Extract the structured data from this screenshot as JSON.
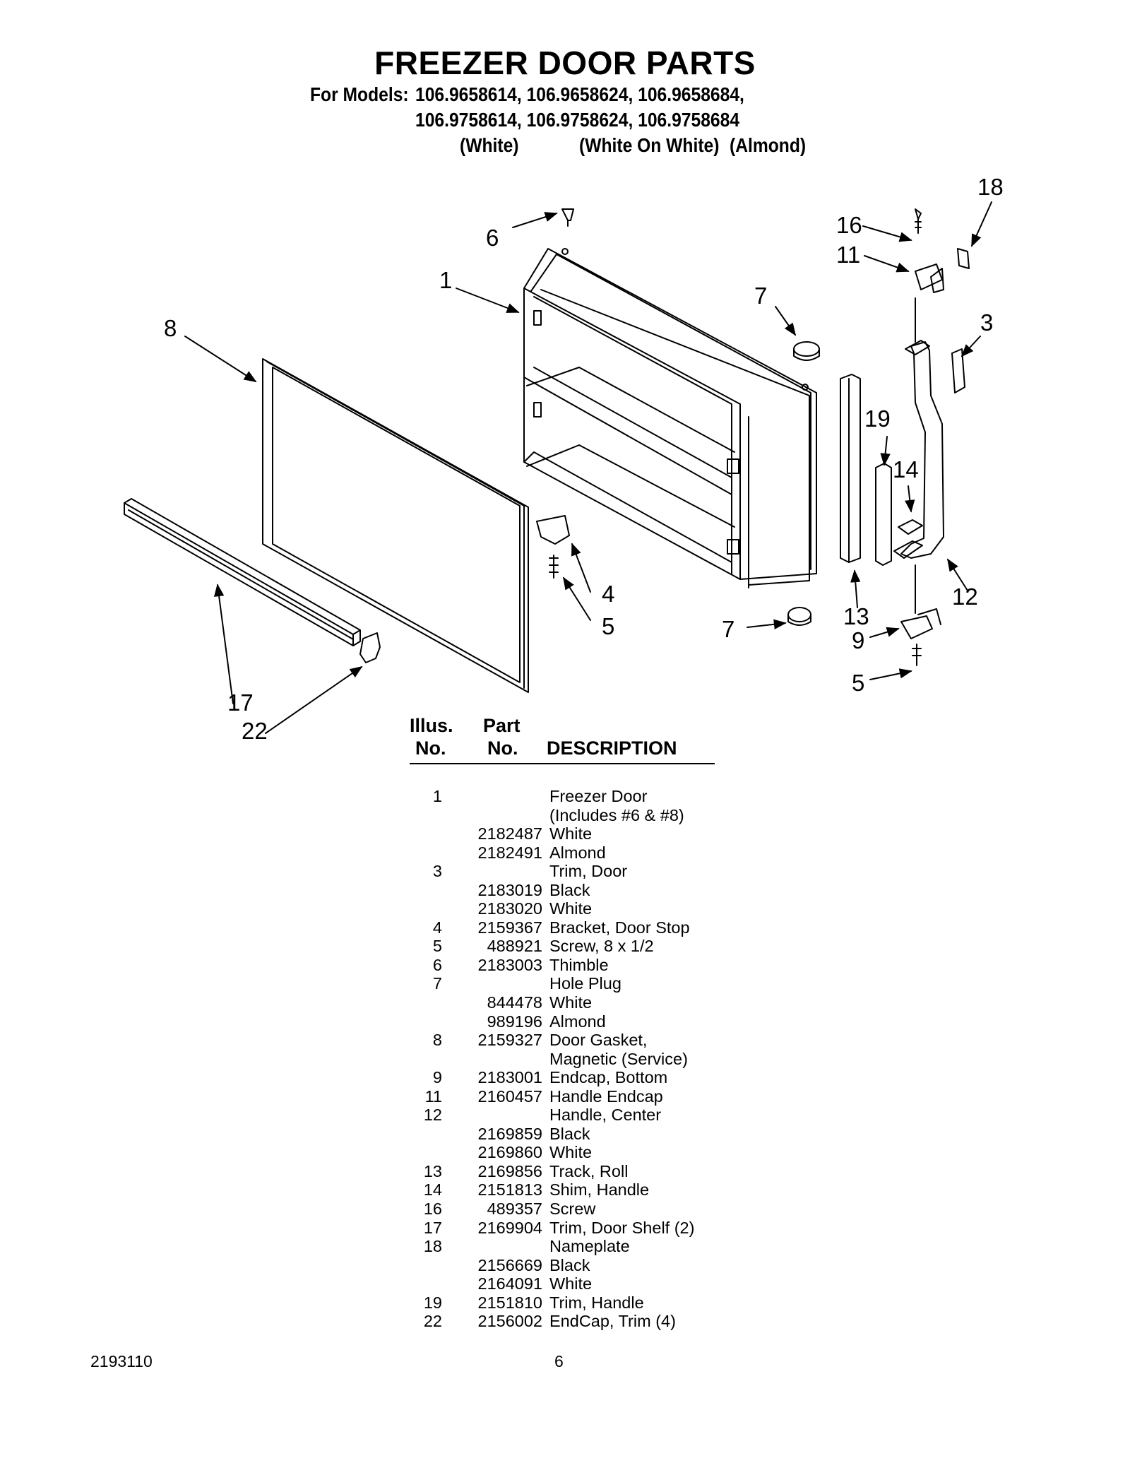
{
  "header": {
    "title": "FREEZER DOOR PARTS",
    "models_label": "For Models:",
    "models_line1": "106.9658614, 106.9658624, 106.9658684,",
    "models_line2": "106.9758614, 106.9758624, 106.9758684",
    "colors": [
      "(White)",
      "(White On White)",
      "(Almond)"
    ]
  },
  "diagram": {
    "callouts": [
      "1",
      "3",
      "4",
      "5",
      "5",
      "6",
      "7",
      "7",
      "8",
      "9",
      "11",
      "12",
      "13",
      "14",
      "16",
      "17",
      "18",
      "19",
      "22"
    ]
  },
  "table": {
    "headers": {
      "illus_line1": "Illus.",
      "illus_line2": "No.",
      "part_line1": "Part",
      "part_line2": "No.",
      "description": "DESCRIPTION"
    },
    "rows": [
      {
        "illus": "1",
        "part": "",
        "desc": "Freezer Door"
      },
      {
        "illus": "",
        "part": "",
        "desc": "(Includes #6 & #8)"
      },
      {
        "illus": "",
        "part": "2182487",
        "desc": "White"
      },
      {
        "illus": "",
        "part": "2182491",
        "desc": "Almond"
      },
      {
        "illus": "3",
        "part": "",
        "desc": "Trim, Door"
      },
      {
        "illus": "",
        "part": "2183019",
        "desc": "Black"
      },
      {
        "illus": "",
        "part": "2183020",
        "desc": "White"
      },
      {
        "illus": "4",
        "part": "2159367",
        "desc": "Bracket, Door Stop"
      },
      {
        "illus": "5",
        "part": "488921",
        "desc": "Screw, 8 x 1/2"
      },
      {
        "illus": "6",
        "part": "2183003",
        "desc": "Thimble"
      },
      {
        "illus": "7",
        "part": "",
        "desc": "Hole Plug"
      },
      {
        "illus": "",
        "part": "844478",
        "desc": "White"
      },
      {
        "illus": "",
        "part": "989196",
        "desc": "Almond"
      },
      {
        "illus": "8",
        "part": "2159327",
        "desc": "Door Gasket,"
      },
      {
        "illus": "",
        "part": "",
        "desc": "Magnetic (Service)"
      },
      {
        "illus": "9",
        "part": "2183001",
        "desc": "Endcap, Bottom"
      },
      {
        "illus": "11",
        "part": "2160457",
        "desc": "Handle Endcap"
      },
      {
        "illus": "12",
        "part": "",
        "desc": "Handle, Center"
      },
      {
        "illus": "",
        "part": "2169859",
        "desc": "Black"
      },
      {
        "illus": "",
        "part": "2169860",
        "desc": "White"
      },
      {
        "illus": "13",
        "part": "2169856",
        "desc": "Track, Roll"
      },
      {
        "illus": "14",
        "part": "2151813",
        "desc": "Shim, Handle"
      },
      {
        "illus": "16",
        "part": "489357",
        "desc": "Screw"
      },
      {
        "illus": "17",
        "part": "2169904",
        "desc": "Trim, Door Shelf (2)"
      },
      {
        "illus": "18",
        "part": "",
        "desc": "Nameplate"
      },
      {
        "illus": "",
        "part": "2156669",
        "desc": "Black"
      },
      {
        "illus": "",
        "part": "2164091",
        "desc": "White"
      },
      {
        "illus": "19",
        "part": "2151810",
        "desc": "Trim, Handle"
      },
      {
        "illus": "22",
        "part": "2156002",
        "desc": "EndCap, Trim (4)"
      }
    ]
  },
  "footer": {
    "doc_number": "2193110",
    "page_number": "6"
  }
}
